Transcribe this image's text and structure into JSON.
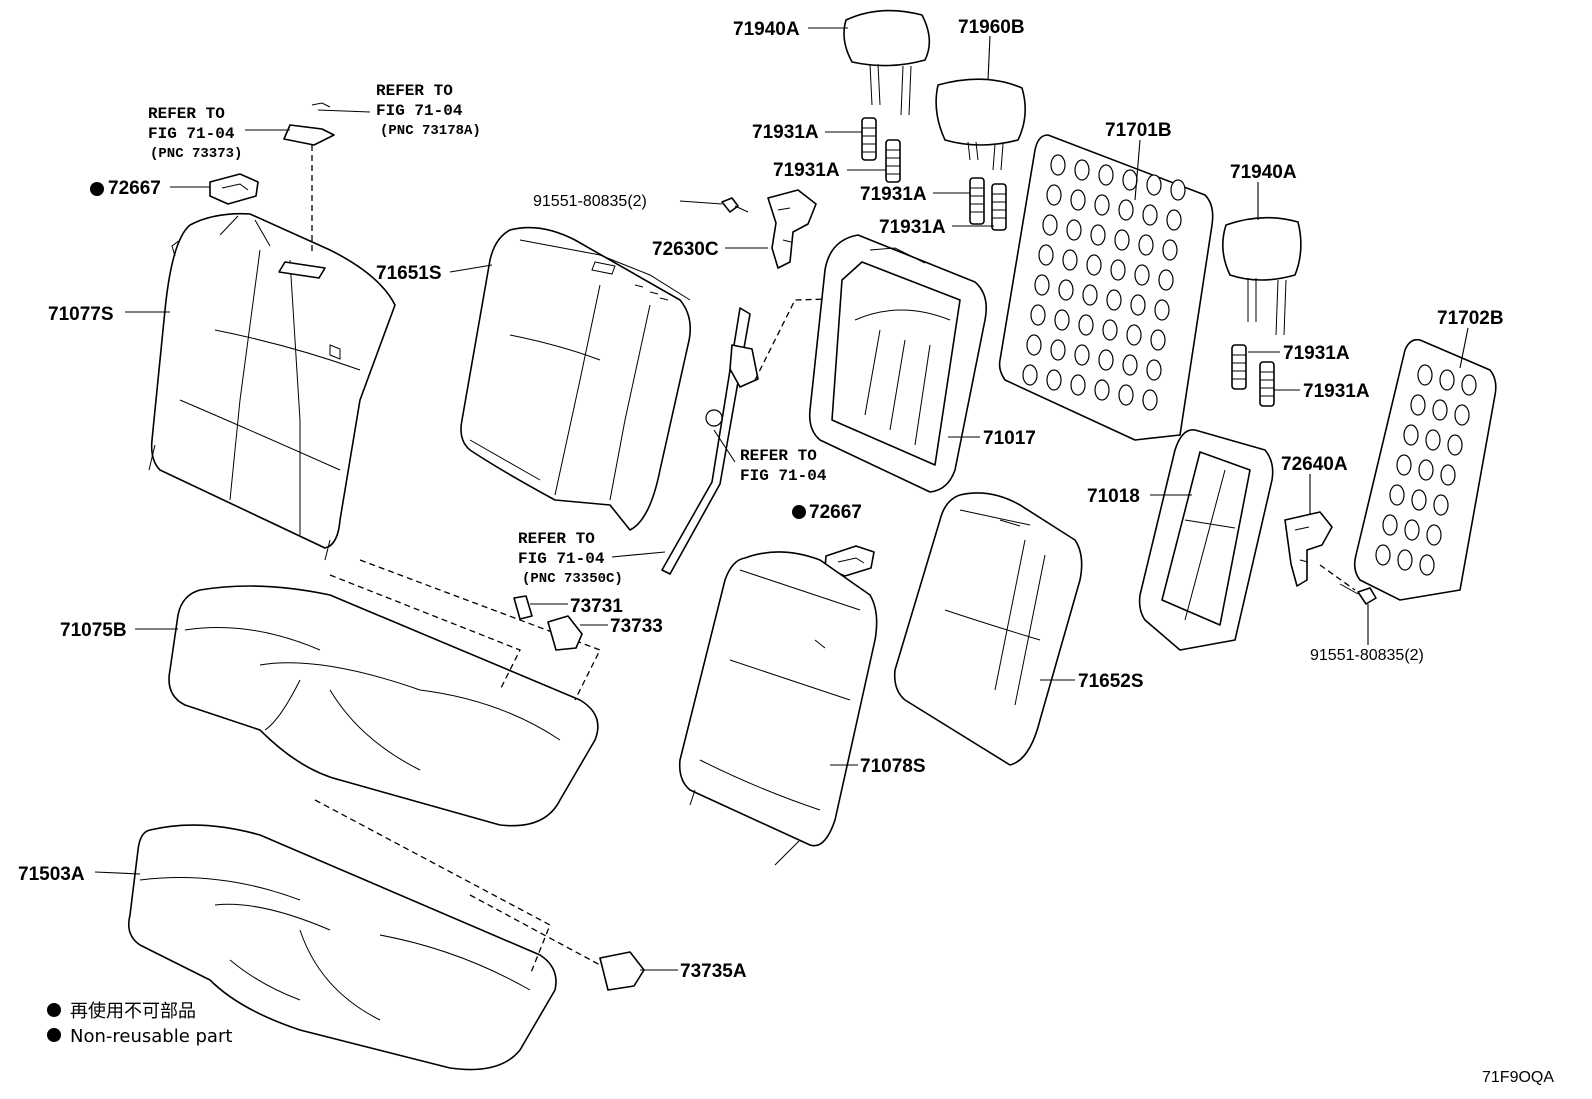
{
  "callouts": {
    "c71940A_1": "71940A",
    "c71960B": "71960B",
    "c71931A_1": "71931A",
    "c71931A_2": "71931A",
    "c71931A_3": "71931A",
    "c71931A_4": "71931A",
    "c71701B": "71701B",
    "c71940A_2": "71940A",
    "c91551_1": "91551-80835(2)",
    "c72630C": "72630C",
    "c71651S": "71651S",
    "c71077S": "71077S",
    "c72667_1": "72667",
    "c71017": "71017",
    "c71931A_5": "71931A",
    "c71931A_6": "71931A",
    "c71702B": "71702B",
    "c72640A": "72640A",
    "c71018": "71018",
    "c72667_2": "72667",
    "c73731": "73731",
    "c73733": "73733",
    "c71075B": "71075B",
    "c71652S": "71652S",
    "c91551_2": "91551-80835(2)",
    "c71078S": "71078S",
    "c71503A": "71503A",
    "c73735A": "73735A"
  },
  "refs": {
    "ref1": {
      "line1": "REFER TO",
      "line2": "FIG 71-04",
      "line3": "(PNC 73373)"
    },
    "ref2": {
      "line1": "REFER TO",
      "line2": "FIG 71-04",
      "line3": "(PNC 73178A)"
    },
    "ref3": {
      "line1": "REFER TO",
      "line2": "FIG 71-04"
    },
    "ref4": {
      "line1": "REFER TO",
      "line2": "FIG 71-04",
      "line3": "(PNC 73350C)"
    }
  },
  "legend": {
    "jp": "再使用不可部品",
    "en": "Non-reusable part"
  },
  "figure_code": "71F9OQA"
}
